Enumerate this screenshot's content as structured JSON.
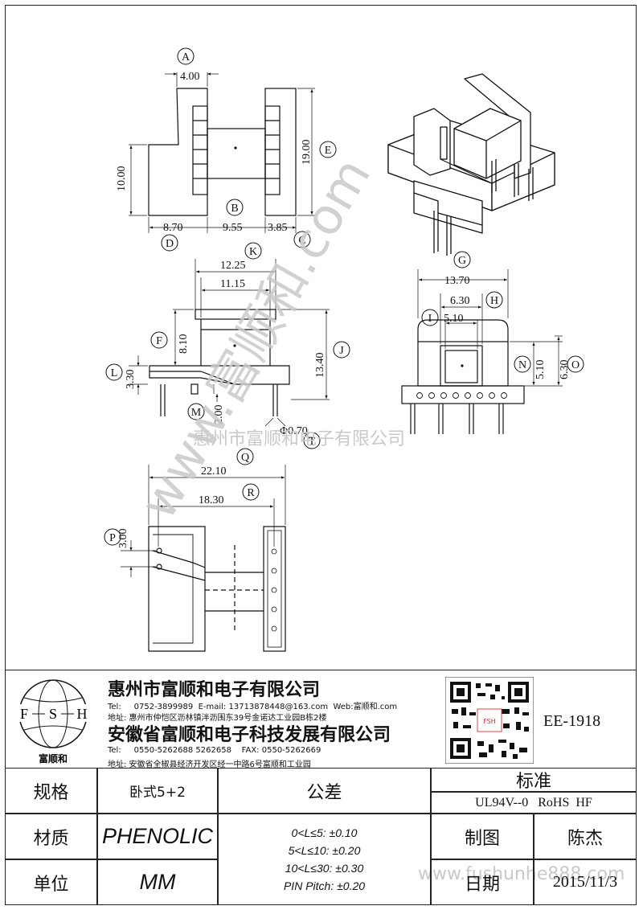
{
  "watermark": {
    "vertical_text": "www.富顺和.com",
    "center_text": "惠州市富顺和电子有限公司",
    "bottom_text": "www.fushunhe888.com"
  },
  "labels": {
    "A": "A",
    "B": "B",
    "C": "C",
    "D": "D",
    "E": "E",
    "F": "F",
    "G": "G",
    "H": "H",
    "I": "I",
    "J": "J",
    "K": "K",
    "L": "L",
    "M": "M",
    "N": "N",
    "O": "O",
    "P": "P",
    "Q": "Q",
    "R": "R",
    "T": "T"
  },
  "dimensions": {
    "A": "4.00",
    "B": "9.55",
    "C": "3.85",
    "D": "8.70",
    "E": "19.00",
    "height10": "10.00",
    "K": "12.25",
    "k2": "11.15",
    "F": "8.10",
    "J": "13.40",
    "L": "3.30",
    "M": "2.00",
    "T": "Φ0.70",
    "G": "13.70",
    "H": "6.30",
    "I": "5.10",
    "N": "5.10",
    "O": "6.30",
    "Q": "22.10",
    "R": "18.30",
    "P": "3.00"
  },
  "logo": {
    "letters": [
      "F",
      "S",
      "H"
    ],
    "name": "富顺和"
  },
  "company1": {
    "name": "惠州市富顺和电子有限公司",
    "tel_label": "Tel:",
    "tel": "0752-3899989",
    "email": "E-mail: 13713878448@163.com",
    "web": "Web:富顺和.com",
    "address": "地址: 惠州市仲恺区沥林镇泮沥围东39号金诺达工业园B栋2楼"
  },
  "company2": {
    "name": "安徽省富顺和电子科技发展有限公司",
    "tel_label": "Tel:",
    "tel": "0550-5262688   5262658",
    "fax": "FAX:  0550-5262669",
    "address": "地址: 安徽省全椒县经济开发区经一中路6号富顺和工业园"
  },
  "model": "EE-1918",
  "table": {
    "spec_label": "规格",
    "spec_value": "卧式5+2",
    "material_label": "材质",
    "material_value": "PHENOLIC",
    "unit_label": "单位",
    "unit_value": "MM",
    "tolerance_label": "公差",
    "tolerances": [
      "0<L≤5: ±0.10",
      "5<L≤10: ±0.20",
      "10<L≤30: ±0.30",
      "PIN Pitch: ±0.20"
    ],
    "standard_label": "标准",
    "standard_value": "UL94V--0   RoHS  HF",
    "drawn_label": "制图",
    "drawn_value": "陈杰",
    "date_label": "日期",
    "date_value": "2015/11/3"
  }
}
